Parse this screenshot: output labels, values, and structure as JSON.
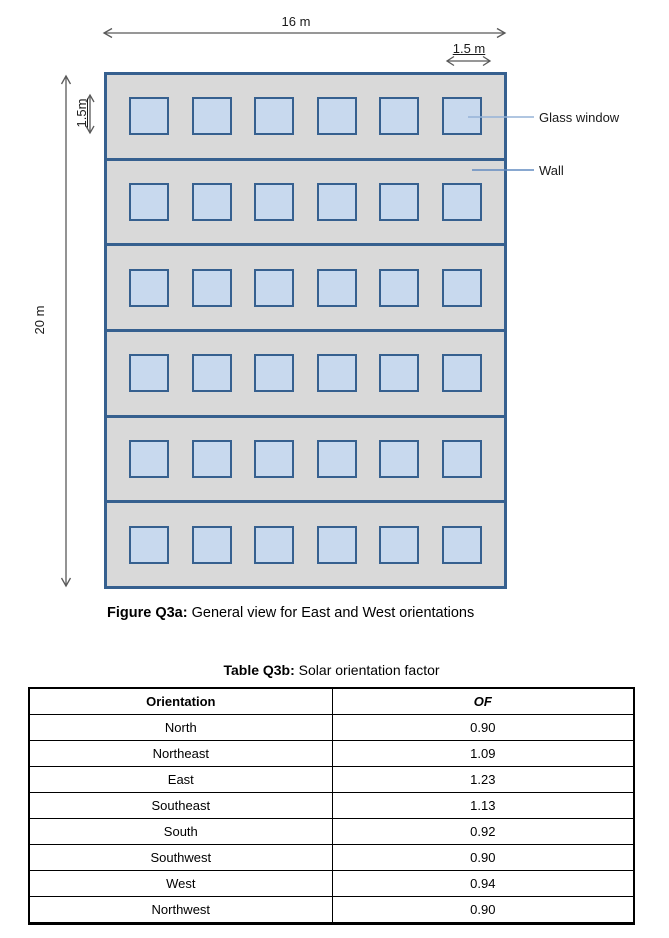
{
  "figure": {
    "building": {
      "floors": 6,
      "windows_per_floor": 6
    },
    "dimensions": {
      "total_width": "16 m",
      "window_width": "1.5 m",
      "total_height": "20 m",
      "window_height": "1.5m"
    },
    "annotations": {
      "glass_window": "Glass window",
      "wall": "Wall"
    },
    "caption_prefix": "Figure Q3a:",
    "caption_text": " General view for East and West orientations",
    "colors": {
      "frame_stroke": "#36608f",
      "wall_fill": "#d9d9d9",
      "window_fill": "#c8d9ee",
      "dimension_stroke": "#595959",
      "leader_line_glass": "#95b3d7",
      "leader_line_wall": "#628bc0"
    }
  },
  "table": {
    "title_prefix": "Table Q3b:",
    "title_text": " Solar orientation factor",
    "headers": [
      "Orientation",
      "OF"
    ],
    "rows": [
      [
        "North",
        "0.90"
      ],
      [
        "Northeast",
        "1.09"
      ],
      [
        "East",
        "1.23"
      ],
      [
        "Southeast",
        "1.13"
      ],
      [
        "South",
        "0.92"
      ],
      [
        "Southwest",
        "0.90"
      ],
      [
        "West",
        "0.94"
      ],
      [
        "Northwest",
        "0.90"
      ]
    ]
  }
}
